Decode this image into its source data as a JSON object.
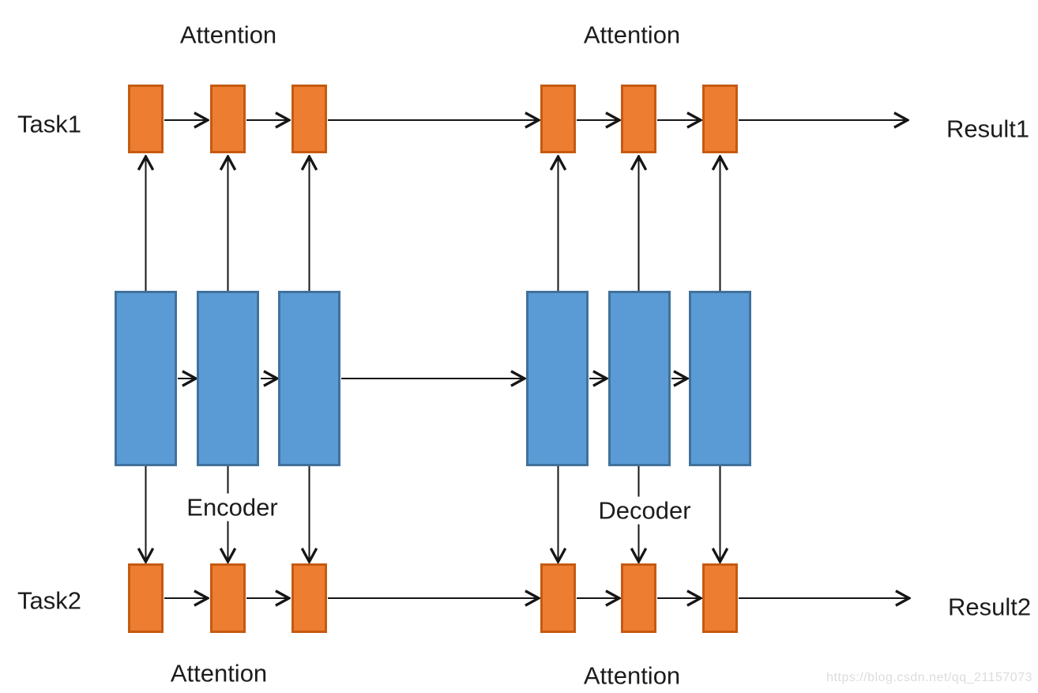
{
  "diagram": {
    "title_semantic": "Multi-task encoder-decoder with attention",
    "labels": {
      "attention_top_left": "Attention",
      "attention_top_right": "Attention",
      "attention_bottom_left": "Attention",
      "attention_bottom_right": "Attention",
      "task1": "Task1",
      "task2": "Task2",
      "result1": "Result1",
      "result2": "Result2",
      "encoder": "Encoder",
      "decoder": "Decoder"
    },
    "watermark": "https://blog.csdn.net/qq_21157073",
    "colors": {
      "attention_block_fill": "#ED7D31",
      "attention_block_border": "#C55A11",
      "encoder_decoder_block_fill": "#5B9BD5",
      "encoder_decoder_block_border": "#41719C",
      "arrow": "#151515",
      "label_text": "#1c1c1c",
      "watermark_text": "#dcdcdc",
      "background": "#ffffff"
    },
    "structure": {
      "top_attention_cells": 6,
      "encoder_cells": 3,
      "decoder_cells": 3,
      "bottom_attention_cells": 6
    }
  }
}
